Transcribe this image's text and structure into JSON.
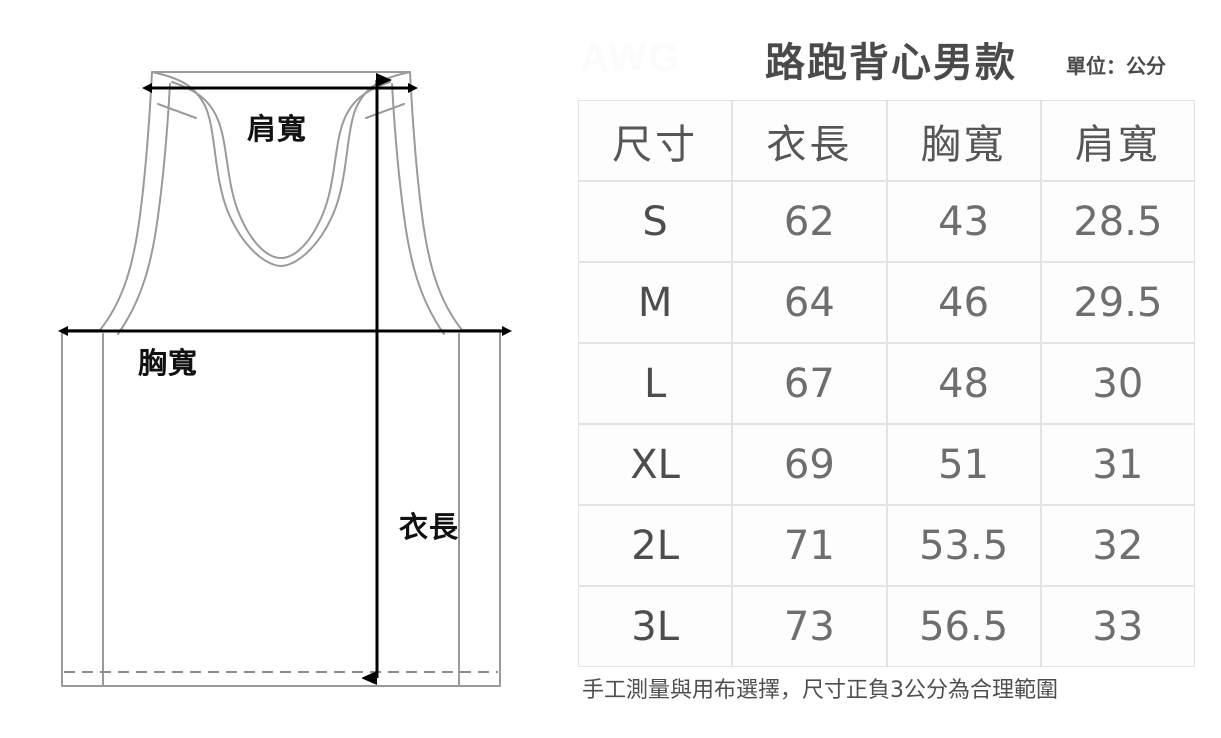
{
  "header": {
    "watermark": "AWG",
    "title": "路跑背心男款",
    "unit_label": "單位：公分"
  },
  "diagram": {
    "labels": {
      "shoulder": "肩寬",
      "chest": "胸寬",
      "length": "衣長"
    },
    "garment_outline_color": "#9a9a9a",
    "arrow_color": "#000000"
  },
  "chart_data": {
    "type": "table",
    "title": "路跑背心男款",
    "unit": "公分",
    "columns": [
      "尺寸",
      "衣長",
      "胸寬",
      "肩寬"
    ],
    "rows": [
      {
        "size": "S",
        "length": "62",
        "chest": "43",
        "shoulder": "28.5"
      },
      {
        "size": "M",
        "length": "64",
        "chest": "46",
        "shoulder": "29.5"
      },
      {
        "size": "L",
        "length": "67",
        "chest": "48",
        "shoulder": "30"
      },
      {
        "size": "XL",
        "length": "69",
        "chest": "51",
        "shoulder": "31"
      },
      {
        "size": "2L",
        "length": "71",
        "chest": "53.5",
        "shoulder": "32"
      },
      {
        "size": "3L",
        "length": "73",
        "chest": "56.5",
        "shoulder": "33"
      }
    ],
    "note": "手工測量與用布選擇，尺寸正負3公分為合理範圍"
  },
  "footer": {
    "note": "手工測量與用布選擇，尺寸正負3公分為合理範圍"
  },
  "colors": {
    "text": "#4a4a4a",
    "cell_text": "#6e6e6e",
    "border": "#e3e3e3",
    "outline": "#9a9a9a"
  }
}
